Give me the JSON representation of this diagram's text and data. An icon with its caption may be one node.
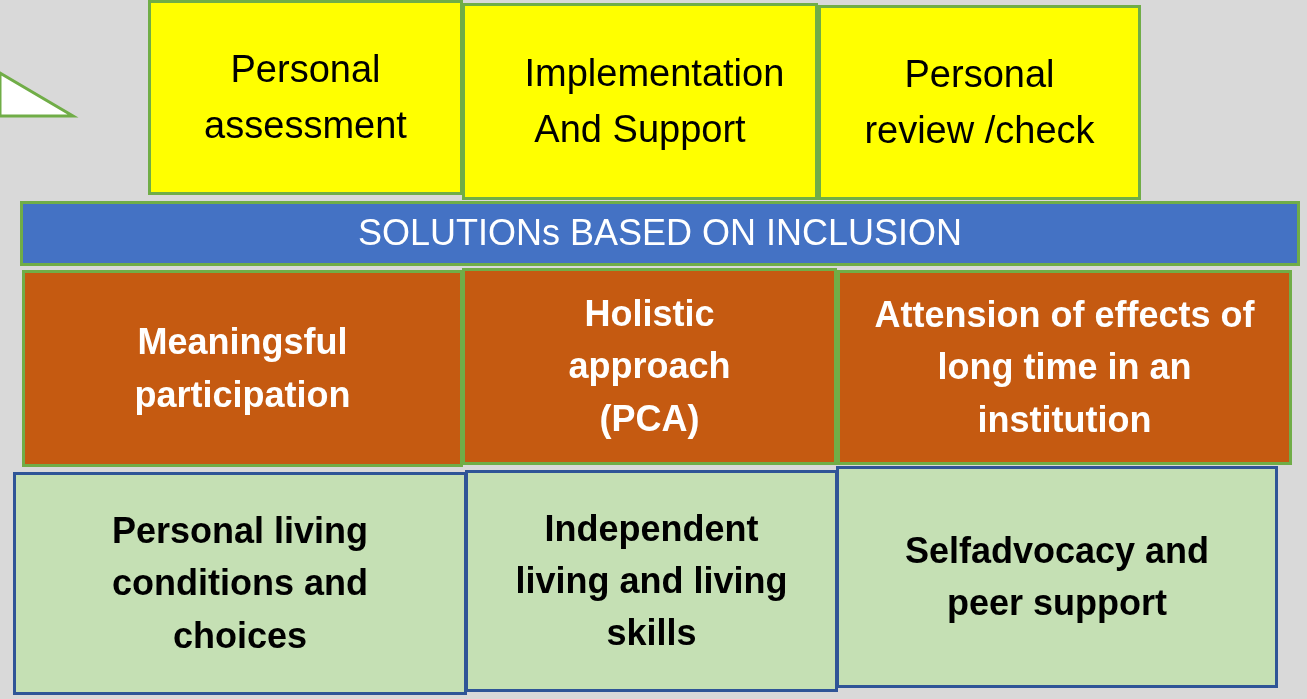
{
  "diagram": {
    "nodes": [
      {
        "text": [
          "Personal assessment"
        ]
      },
      {
        "text": [
          "Implementation And Support"
        ]
      },
      {
        "text": [
          "Personal review /check"
        ]
      },
      {
        "text": [
          "SOLUTIONs BASED ON INCLUSION"
        ]
      },
      {
        "text": [
          "Meaningsful participation"
        ]
      },
      {
        "text": [
          "Holistic approach (PCA)"
        ]
      },
      {
        "text": [
          "Attension of effects of long time in an institution"
        ]
      },
      {
        "text": [
          "Personal living conditions and choices"
        ]
      },
      {
        "text": [
          "Independent living and living skills"
        ]
      },
      {
        "text": [
          "Selfadvocacy and peer support"
        ]
      },
      {
        "text": [],
        "shape": "triangle"
      }
    ]
  }
}
